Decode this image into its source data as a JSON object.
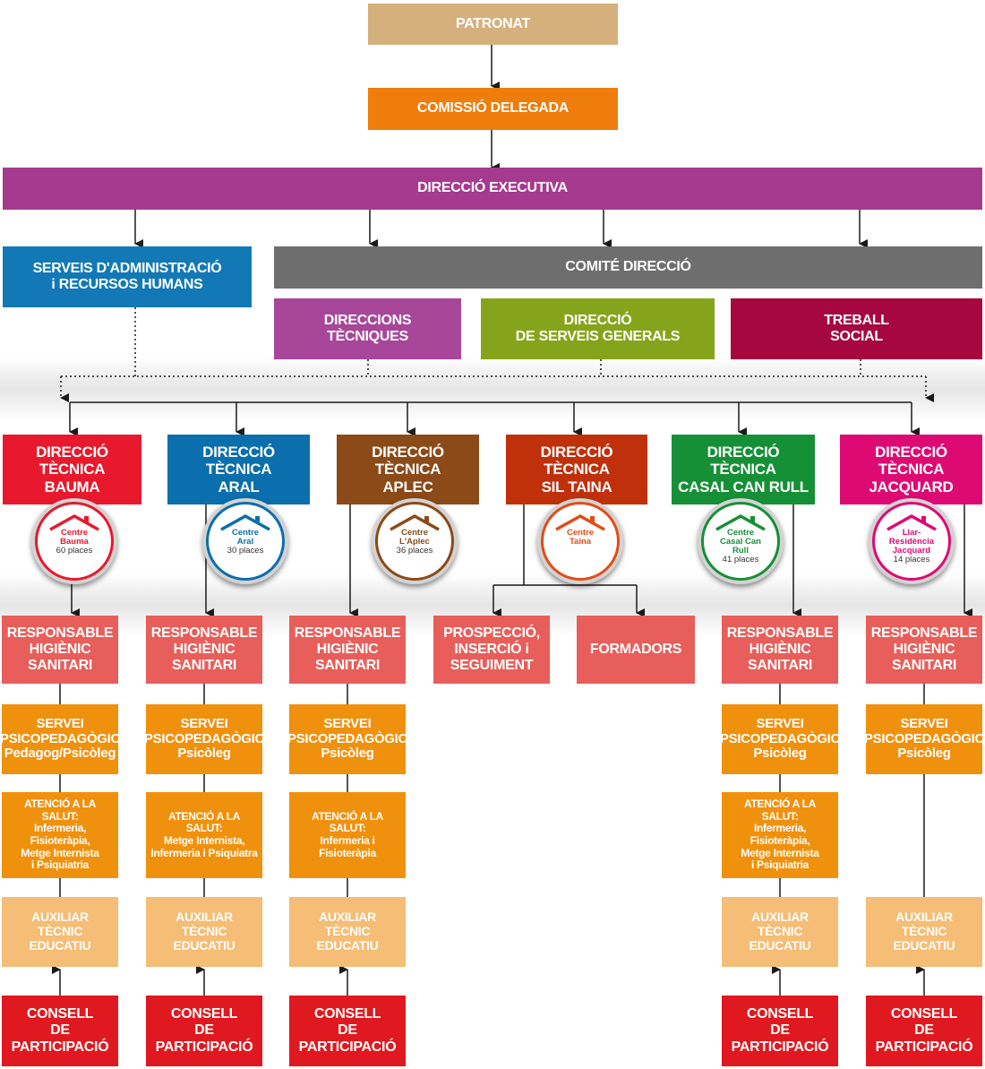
{
  "colors": {
    "patronat": "#d5b07d",
    "orange": "#ee7d0b",
    "executiva": "#a63a8f",
    "blue": "#1379b6",
    "grey": "#6e6e6e",
    "tecniques": "#a8469a",
    "generals": "#86a41b",
    "social": "#a6073f",
    "bauma": "#e8192c",
    "aral": "#0b6ead",
    "aplec": "#8b4a17",
    "taina": "#c0300b",
    "canrull": "#169036",
    "jacquard": "#de0a74",
    "salmon": "#e85e5a",
    "servei": "#f0910e",
    "auxiliar": "#f5bd75",
    "consell": "#e0181f"
  },
  "top": {
    "patronat": "PATRONAT",
    "comissio": "COMISSIÓ DELEGADA",
    "executiva": "DIRECCIÓ EXECUTIVA",
    "administracio": "SERVEIS D'ADMINISTRACIÓ\ni  RECURSOS HUMANS",
    "comite": "COMITÉ DIRECCIÓ",
    "tecniques": "DIRECCIONS\nTÈCNIQUES",
    "generals": "DIRECCIÓ\nDE  SERVEIS GENERALS",
    "social": "TREBALL\nSOCIAL"
  },
  "directions": [
    {
      "label": "DIRECCIÓ\nTÈCNICA\nBAUMA",
      "icon": "house-icon",
      "centre": "Centre\nBauma",
      "places": "60 places"
    },
    {
      "label": "DIRECCIÓ\nTÈCNICA\nARAL",
      "icon": "house-icon",
      "centre": "Centre\nAral",
      "places": "30 places"
    },
    {
      "label": "DIRECCIÓ\nTÈCNICA\nAPLEC",
      "icon": "house-icon",
      "centre": "Centre\nL'Aplec",
      "places": "36 places"
    },
    {
      "label": "DIRECCIÓ\nTÈCNICA\nSIL TAINA",
      "icon": "house-icon",
      "centre": "Centre\nTaina",
      "places": ""
    },
    {
      "label": "DIRECCIÓ\nTÈCNICA\nCASAL CAN RULL",
      "icon": "house-icon",
      "centre": "Centre\nCasal Can\nRull",
      "places": "41 places"
    },
    {
      "label": "DIRECCIÓ\nTÈCNICA\nJACQUARD",
      "icon": "house-icon",
      "centre": "Llar-\nResidència\nJacquard",
      "places": "14 places"
    }
  ],
  "level": {
    "responsable": "RESPONSABLE\nHIGIÈNIC\nSANITARI",
    "prospeccio": "PROSPECCIÓ,\nINSERCIÓ i\nSEGUIMENT",
    "formadors": "FORMADORS",
    "auxiliar": "AUXILIAR\nTÈCNIC EDUCATIU",
    "consell": "CONSELL\nDE\nPARTICIPACIÓ"
  },
  "servei": [
    "SERVEI\nPSICOPEDAGÒGIC\nPedagog/Psicòleg",
    "SERVEI\nPSICOPEDAGÒGIC\nPsicòleg",
    "SERVEI\nPSICOPEDAGÒGIC\nPsicòleg",
    "SERVEI\nPSICOPEDAGÒGIC\nPsicòleg",
    "SERVEI\nPSICOPEDAGÒGIC\nPsicòleg"
  ],
  "salut": [
    "ATENCIÓ A LA SALUT:\nInfermeria, Fisioteràpia,\nMetge Internista\ni Psiquiatria",
    "ATENCIÓ A LA SALUT:\nMetge Internista,\nInfermeria i Psiquiatra",
    "ATENCIÓ A LA SALUT:\nInfermeria i\nFisioteràpia",
    "ATENCIÓ A LA SALUT:\nInfermeria, Fisioteràpia,\nMetge Internista\ni Psiquiatria"
  ]
}
